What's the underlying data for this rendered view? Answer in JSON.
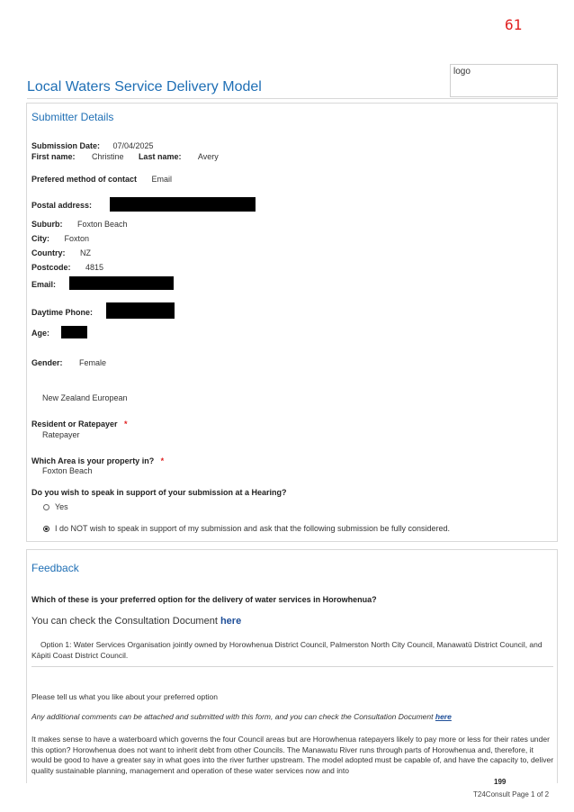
{
  "page_number": "61",
  "logo_text": "logo",
  "title": "Local Waters Service Delivery Model",
  "submitter": {
    "heading": "Submitter Details",
    "submission_date_label": "Submission Date:",
    "submission_date": "07/04/2025",
    "first_name_label": "First name:",
    "first_name": "Christine",
    "last_name_label": "Last name:",
    "last_name": "Avery",
    "contact_label": "Prefered method of contact",
    "contact": "Email",
    "postal_label": "Postal address:",
    "suburb_label": "Suburb:",
    "suburb": "Foxton Beach",
    "city_label": "City:",
    "city": "Foxton",
    "country_label": "Country:",
    "country": "NZ",
    "postcode_label": "Postcode:",
    "postcode": "4815",
    "email_label": "Email:",
    "phone_label": "Daytime Phone:",
    "age_label": "Age:",
    "gender_label": "Gender:",
    "gender": "Female",
    "ethnicity": "New Zealand European",
    "resident_label": "Resident or Ratepayer",
    "resident": "Ratepayer",
    "area_label": "Which Area is your property in?",
    "area": "Foxton Beach",
    "required_mark": "*",
    "hearing_question": "Do you wish to speak in support of your submission at a Hearing?",
    "hearing_yes": "Yes",
    "hearing_no": "I do NOT wish to speak in support of my submission and ask that the following submission be fully considered."
  },
  "feedback": {
    "heading": "Feedback",
    "question": "Which of these is your preferred option for the delivery of water services in Horowhenua?",
    "consult_text": "You can check the Consultation Document",
    "consult_link": "here",
    "option_text": "Option 1: Water Services Organisation jointly owned by Horowhenua District Council, Palmerston North City Council, Manawatū District Council, and Kāpiti Coast District Council.",
    "like_question": "Please tell us what you like about your preferred option",
    "additional_text": "Any additional comments can be attached and submitted with this form, and you can check the Consultation Document",
    "additional_link": "here",
    "answer": "It makes sense to have a waterboard which governs the four Council areas but are Horowhenua ratepayers likely to pay more or less for their rates under this option? Horowhenua does not want to inherit debt from other Councils. The Manawatu River runs through parts of Horowhenua and, therefore, it would be good to have a greater say in what goes into the river further upstream. The model adopted must be capable of, and have the capacity to, deliver quality sustainable planning, management and operation of these water services now and into"
  },
  "footer": {
    "page_code": "199",
    "doc_ref": "T24Consult  Page 1 of 2"
  }
}
